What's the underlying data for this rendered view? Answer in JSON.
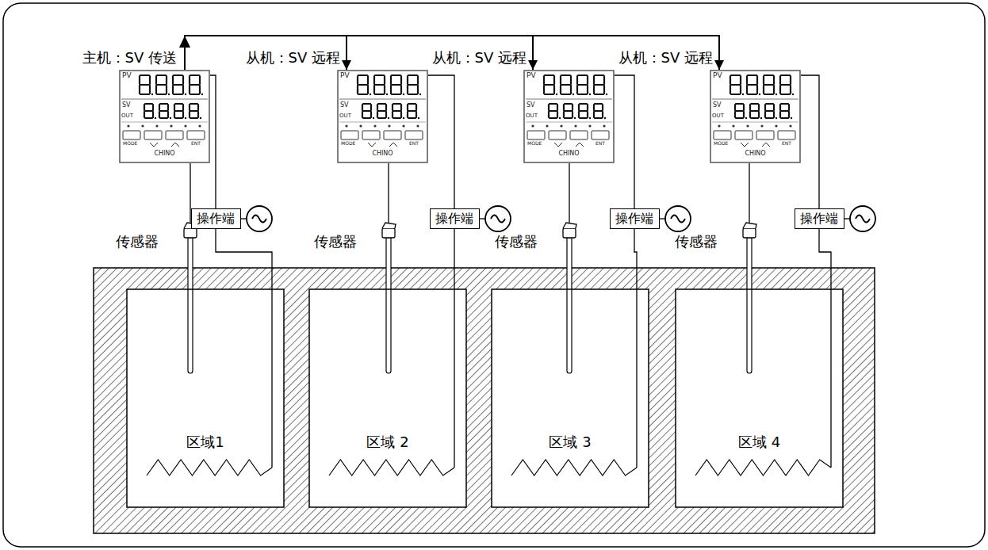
{
  "diagram": {
    "nodes": [
      {
        "text": [
          "PV",
          "SV",
          "OUT",
          "MODE",
          "ENT",
          "CHINO"
        ]
      },
      {
        "text": [
          "PV",
          "SV",
          "OUT",
          "MODE",
          "ENT",
          "CHINO"
        ]
      },
      {
        "text": [
          "PV",
          "SV",
          "OUT",
          "MODE",
          "ENT",
          "CHINO"
        ]
      },
      {
        "text": [
          "PV",
          "SV",
          "OUT",
          "MODE",
          "ENT",
          "CHINO"
        ]
      },
      {
        "text": [
          "操作端"
        ]
      },
      {
        "text": [
          "操作端"
        ]
      },
      {
        "text": [
          "操作端"
        ]
      },
      {
        "text": [
          "操作端"
        ]
      },
      {
        "text": [
          "区域1"
        ]
      },
      {
        "text": [
          "区域 2"
        ]
      },
      {
        "text": [
          "区域 3"
        ]
      },
      {
        "text": [
          "区域 4"
        ]
      }
    ],
    "edges": [
      {
        "from": 0,
        "to": 1,
        "arrow": "to",
        "label": "从机：SV 远程"
      },
      {
        "from": 0,
        "to": 2,
        "arrow": "to",
        "label": "从机：SV 远程"
      },
      {
        "from": 0,
        "to": 3,
        "arrow": "to",
        "label": "从机：SV 远程"
      }
    ],
    "labels": [
      "主机：SV 传送",
      "传感器",
      "传感器",
      "传感器",
      "传感器"
    ]
  }
}
